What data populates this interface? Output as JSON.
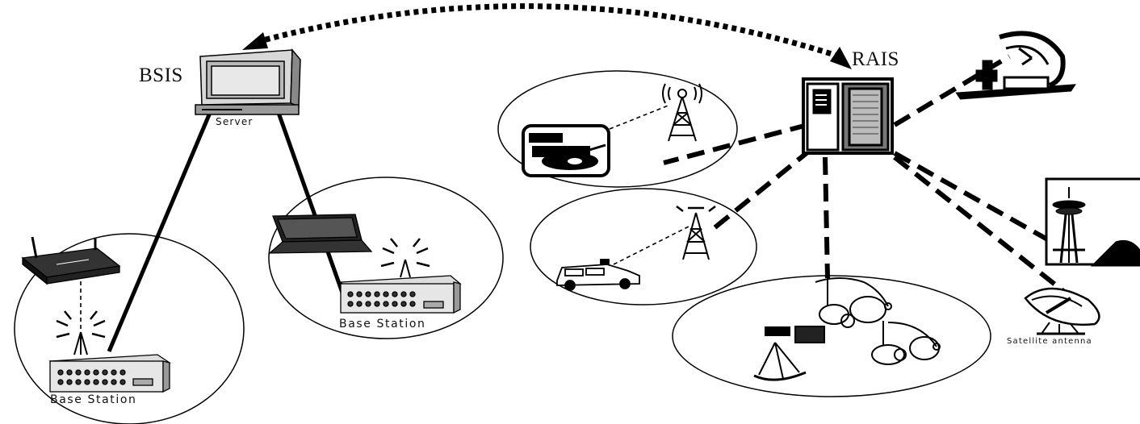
{
  "labels": {
    "bsis": "BSIS",
    "rais": "RAIS",
    "server": "Server",
    "base_station_left": "Base Station",
    "base_station_right": "Base Station",
    "satellite_antenna": "Satellite antenna"
  },
  "icons": [
    "server-icon",
    "rais-server-icon",
    "router-icon",
    "laptop-icon",
    "base-station-icon",
    "antenna-tower-icon",
    "tank-icon",
    "car-icon",
    "camera-crew-icon",
    "satellite-dish-icon",
    "space-needle-icon",
    "satellite-icon"
  ],
  "colors": {
    "stroke": "#000000",
    "background": "#ffffff"
  }
}
